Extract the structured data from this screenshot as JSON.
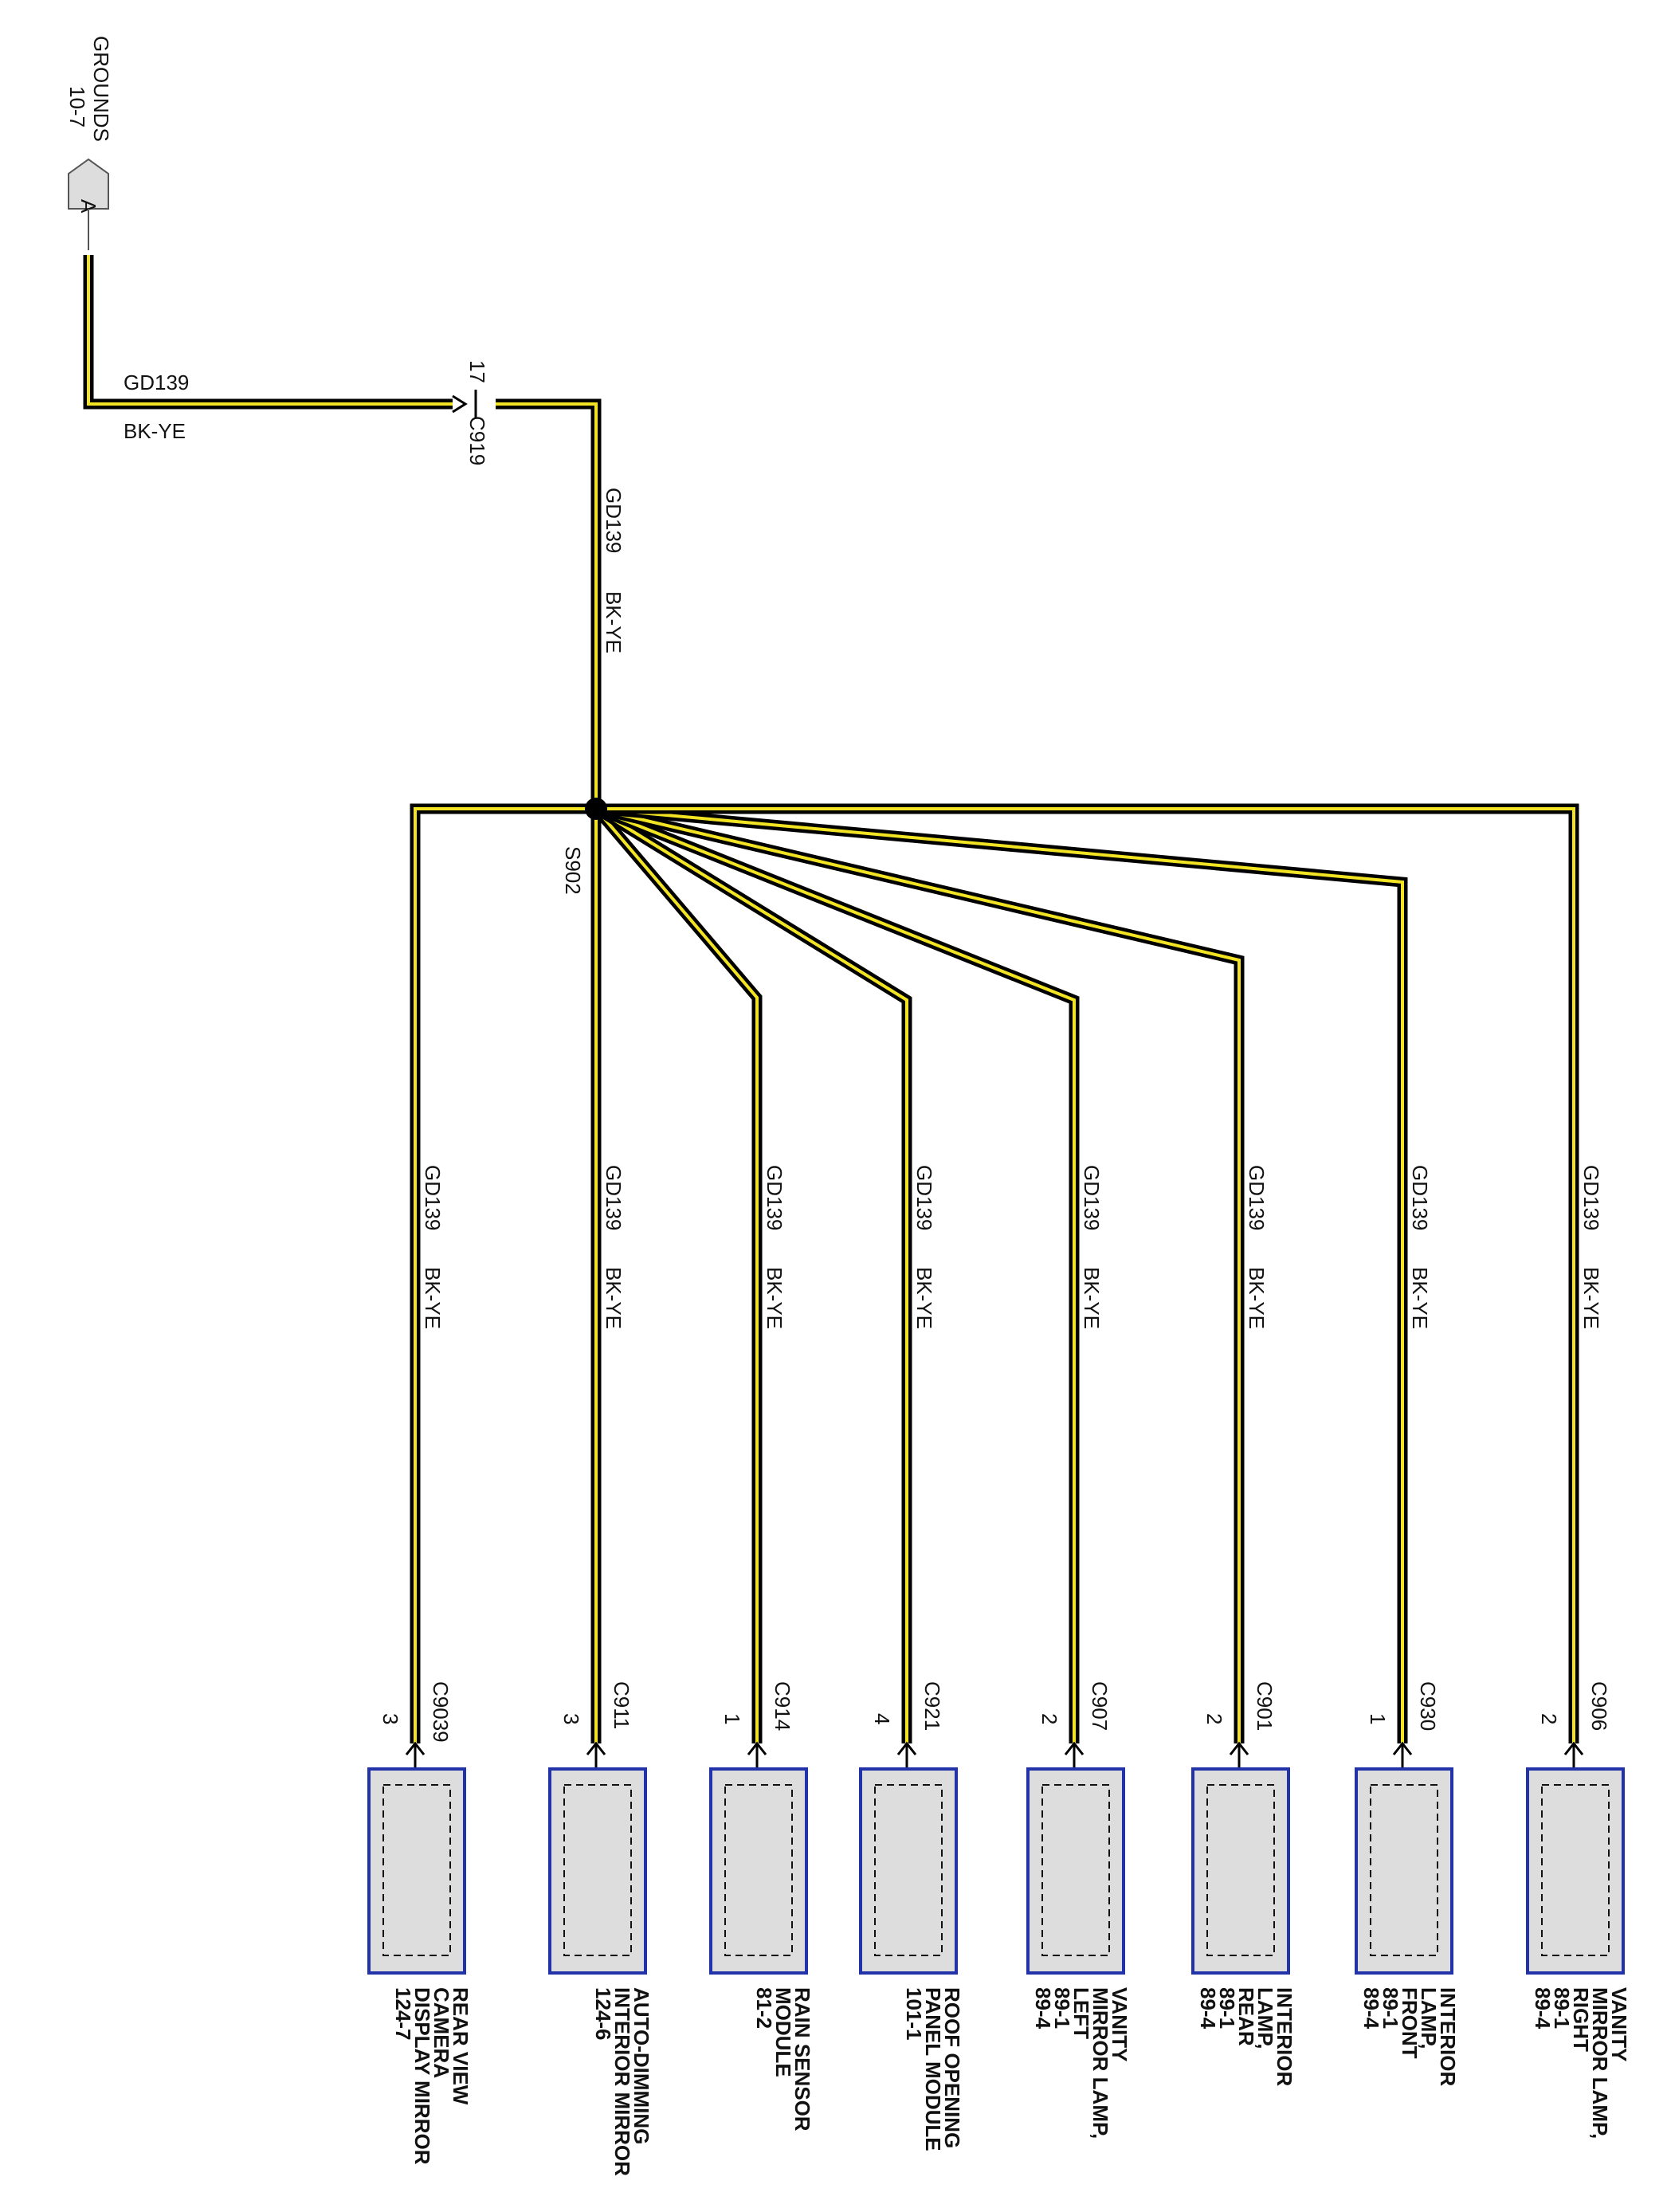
{
  "ground": {
    "title": "GROUNDS",
    "ref": "10-7",
    "tag_letter": "A"
  },
  "feed_wire": {
    "circuit": "GD139",
    "color_code": "BK-YE"
  },
  "inline_connector": {
    "name": "C919",
    "pin": "17"
  },
  "trunk_wire": {
    "circuit": "GD139",
    "color_code": "BK-YE"
  },
  "splice": {
    "name": "S902"
  },
  "wire_colors": {
    "insulation": "#000000",
    "stripe": "#f2e422"
  },
  "module_colors": {
    "border": "#2233aa",
    "fill": "#dddddd"
  },
  "branches": [
    {
      "circuit": "GD139",
      "color_code": "BK-YE",
      "connector": "C9039",
      "pin": "3",
      "module_lines": [
        "REAR VIEW",
        "CAMERA",
        "DISPLAY MIRROR",
        "124-7"
      ]
    },
    {
      "circuit": "GD139",
      "color_code": "BK-YE",
      "connector": "C911",
      "pin": "3",
      "module_lines": [
        "AUTO-DIMMING",
        "INTERIOR MIRROR",
        "124-6"
      ]
    },
    {
      "circuit": "GD139",
      "color_code": "BK-YE",
      "connector": "C914",
      "pin": "1",
      "module_lines": [
        "RAIN SENSOR",
        "MODULE",
        "81-2"
      ]
    },
    {
      "circuit": "GD139",
      "color_code": "BK-YE",
      "connector": "C921",
      "pin": "4",
      "module_lines": [
        "ROOF OPENING",
        "PANEL MODULE",
        "101-1"
      ]
    },
    {
      "circuit": "GD139",
      "color_code": "BK-YE",
      "connector": "C907",
      "pin": "2",
      "module_lines": [
        "VANITY",
        "MIRROR LAMP,",
        "LEFT",
        "89-1",
        "89-4"
      ]
    },
    {
      "circuit": "GD139",
      "color_code": "BK-YE",
      "connector": "C901",
      "pin": "2",
      "module_lines": [
        "INTERIOR",
        "LAMP,",
        "REAR",
        "89-1",
        "89-4"
      ]
    },
    {
      "circuit": "GD139",
      "color_code": "BK-YE",
      "connector": "C930",
      "pin": "1",
      "module_lines": [
        "INTERIOR",
        "LAMP,",
        "FRONT",
        "89-1",
        "89-4"
      ]
    },
    {
      "circuit": "GD139",
      "color_code": "BK-YE",
      "connector": "C906",
      "pin": "2",
      "module_lines": [
        "VANITY",
        "MIRROR LAMP,",
        "RIGHT",
        "89-1",
        "89-4"
      ]
    }
  ]
}
